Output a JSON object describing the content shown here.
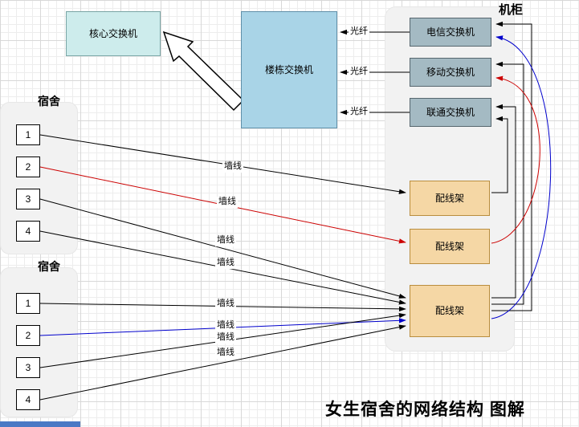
{
  "title": "女生宿舍的网络结构 图解",
  "labels": {
    "cabinet": "机柜",
    "dorm": "宿舍",
    "fiber": "光纤",
    "wall": "墙线",
    "patch_panel": "配线架"
  },
  "nodes": {
    "core_switch": "核心交换机",
    "building_switch": "楼栋交换机",
    "telecom_switch": "电信交换机",
    "mobile_switch": "移动交换机",
    "unicom_switch": "联通交换机"
  },
  "rooms": [
    "1",
    "2",
    "3",
    "4"
  ],
  "colors": {
    "wire_black": "#000000",
    "wire_red": "#cc0000",
    "wire_blue": "#0000cc",
    "core_fill": "#cdecec",
    "building_fill": "#a9d4e7",
    "carrier_fill": "#a4bac3",
    "patch_fill": "#f5d7a5",
    "region_fill": "#f2f2f2"
  }
}
